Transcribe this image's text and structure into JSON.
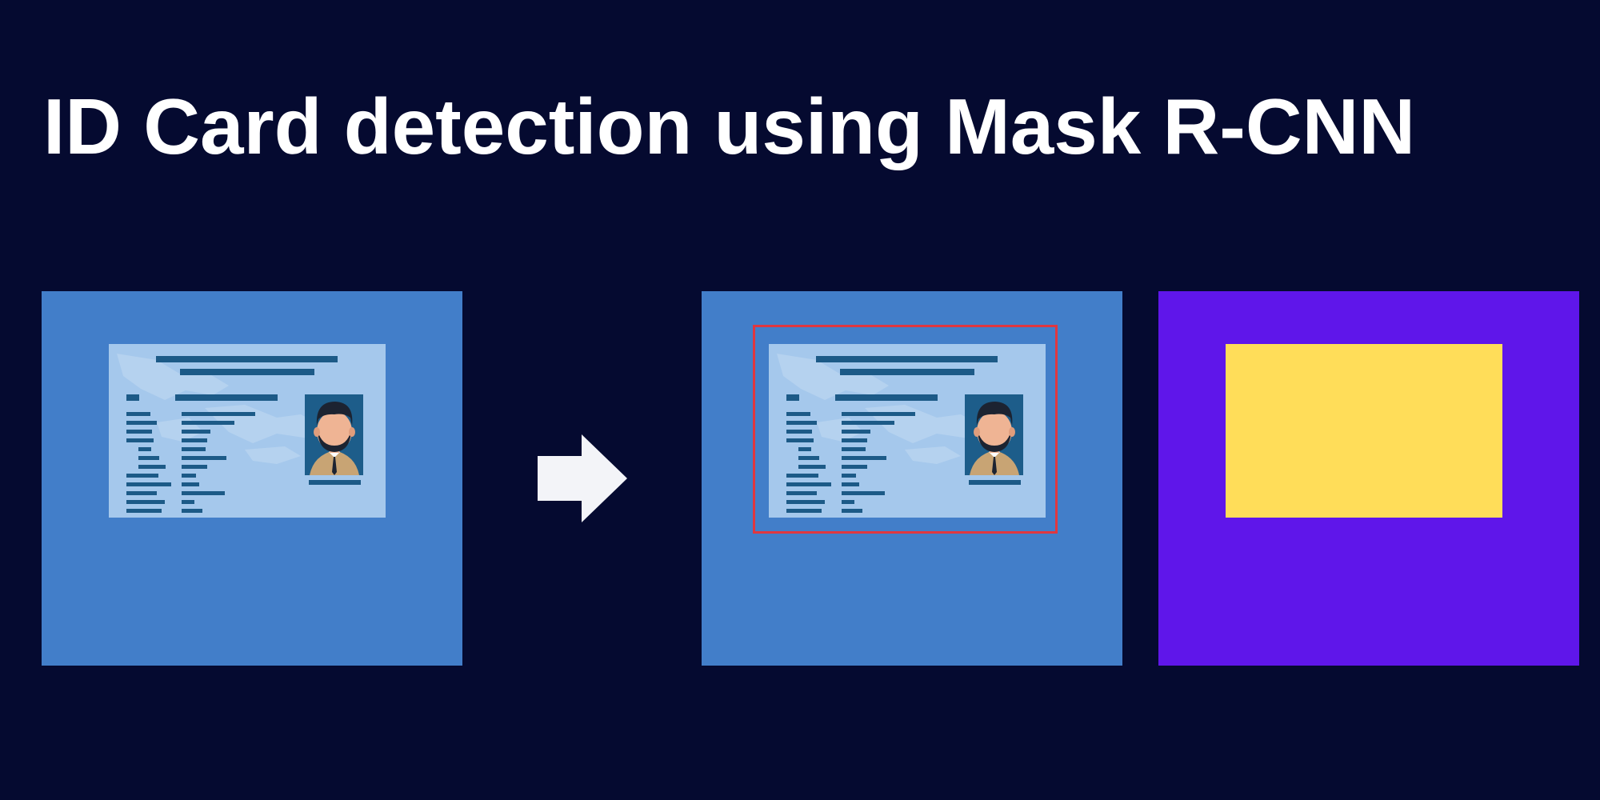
{
  "title": "ID Card detection using Mask R-CNN",
  "colors": {
    "background": "#050a30",
    "image_panel": "#427ec9",
    "mask_panel": "#5f16ea",
    "id_card": "#a5c8ec",
    "card_lines": "#1c5a87",
    "bounding_box": "#e0373f",
    "mask": "#ffdd59",
    "arrow": "#f3f4f8",
    "title_text": "#ffffff"
  },
  "panels": [
    {
      "name": "input-image",
      "content": "id-card"
    },
    {
      "name": "detection-result",
      "content": "id-card-with-bounding-box"
    },
    {
      "name": "segmentation-mask",
      "content": "mask"
    }
  ],
  "icons": {
    "arrow": "right-arrow-icon",
    "portrait": "person-portrait-icon"
  }
}
